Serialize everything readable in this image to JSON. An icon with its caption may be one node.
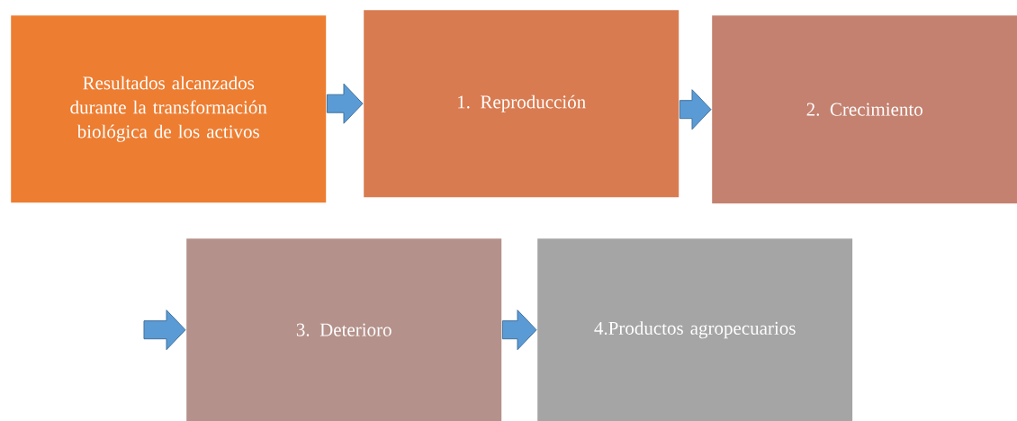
{
  "diagram": {
    "nodes": [
      {
        "text": [
          "Resultados alcanzados durante la transformación biológica de los activos"
        ]
      },
      {
        "text": [
          "1. Reproducción"
        ]
      },
      {
        "text": [
          "2. Crecimiento"
        ]
      },
      {
        "text": [
          "3. Deterioro"
        ]
      },
      {
        "text": [
          "4.Productos agropecuarios"
        ]
      }
    ],
    "edges": [
      {
        "from": 0,
        "to": 1,
        "arrow": "to"
      },
      {
        "from": 1,
        "to": 2,
        "arrow": "to"
      },
      {
        "from": null,
        "to": 3,
        "arrow": "to"
      },
      {
        "from": 3,
        "to": 4,
        "arrow": "to"
      }
    ]
  }
}
